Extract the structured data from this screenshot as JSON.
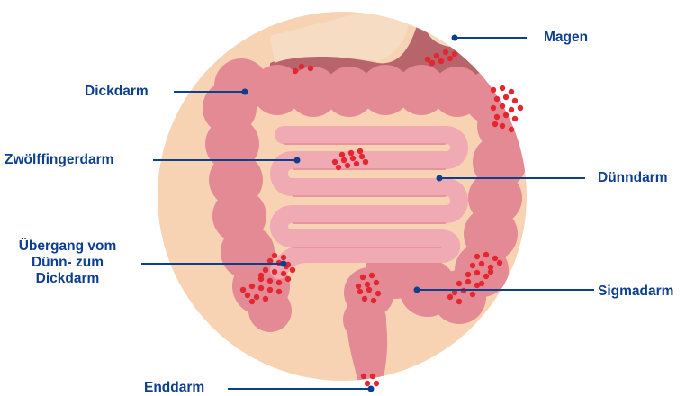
{
  "labels": {
    "magen": "Magen",
    "dickdarm": "Dickdarm",
    "zwoelffingerdarm": "Zwölffingerdarm",
    "duenndarm": "Dünndarm",
    "uebergang_line1": "Übergang vom",
    "uebergang_line2": "Dünn- zum",
    "uebergang_line3": "Dickdarm",
    "sigmadarm": "Sigmadarm",
    "enddarm": "Enddarm"
  },
  "colors": {
    "circle": "#f8d3b3",
    "stomach": "#f5dcc3",
    "stomach_inner": "#b8646b",
    "colon": "#e48a95",
    "colon_light": "#eea0a9",
    "small_intestine": "#f0aab3",
    "dots": "#e3262f",
    "label": "#0d3f8f",
    "line": "#0d3f8f"
  }
}
